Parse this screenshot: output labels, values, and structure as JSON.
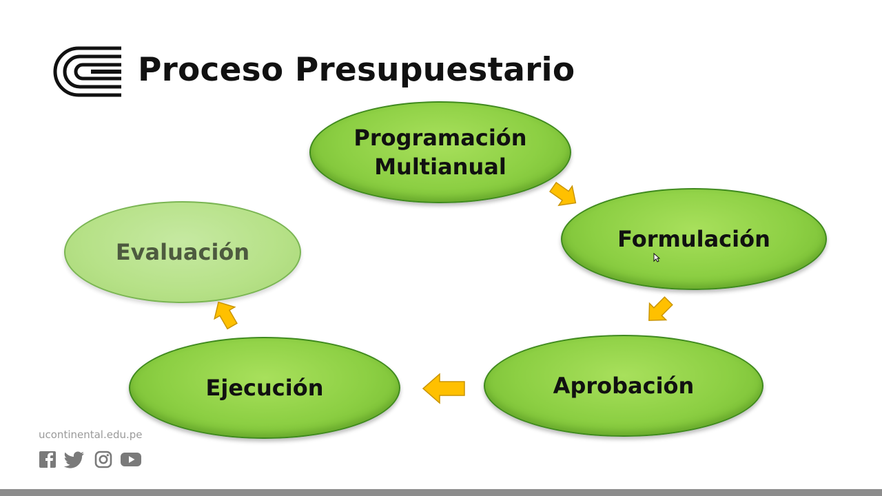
{
  "slide": {
    "title": "Proceso Presupuestario"
  },
  "cycle": {
    "nodes": [
      {
        "id": "programacion",
        "label": "Programación\nMultianual",
        "faded": false
      },
      {
        "id": "formulacion",
        "label": "Formulación",
        "faded": false
      },
      {
        "id": "aprobacion",
        "label": "Aprobación",
        "faded": false
      },
      {
        "id": "ejecucion",
        "label": "Ejecución",
        "faded": false
      },
      {
        "id": "evaluacion",
        "label": "Evaluación",
        "faded": true
      }
    ],
    "arrow_color": "#ffc000",
    "node_color": "#92d050"
  },
  "footer": {
    "url": "ucontinental.edu.pe",
    "social_icons": [
      "facebook-icon",
      "twitter-icon",
      "instagram-icon",
      "youtube-icon"
    ]
  }
}
